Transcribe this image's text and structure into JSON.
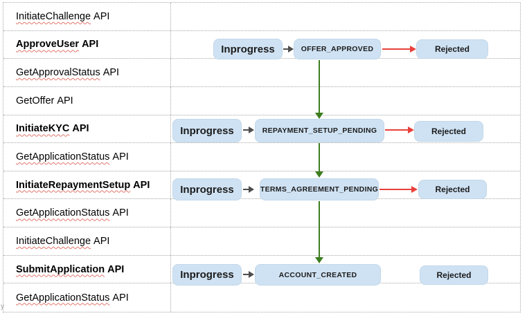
{
  "api_rows": [
    {
      "word": "InitiateChallenge",
      "suffix": "API",
      "bold": false,
      "misspelled": true
    },
    {
      "word": "ApproveUser",
      "suffix": "API",
      "bold": true,
      "misspelled": true
    },
    {
      "word": "GetApprovalStatus",
      "suffix": "API",
      "bold": false,
      "misspelled": true
    },
    {
      "word": "GetOffer",
      "suffix": "API",
      "bold": false,
      "misspelled": false
    },
    {
      "word": "InitiateKYC",
      "suffix": "API",
      "bold": true,
      "misspelled": true
    },
    {
      "word": "GetApplicationStatus",
      "suffix": "API",
      "bold": false,
      "misspelled": true
    },
    {
      "word": "InitiateRepaymentSetup",
      "suffix": "API",
      "bold": true,
      "misspelled": true
    },
    {
      "word": "GetApplicationStatus",
      "suffix": "API",
      "bold": false,
      "misspelled": true
    },
    {
      "word": "InitiateChallenge",
      "suffix": "API",
      "bold": false,
      "misspelled": true
    },
    {
      "word": "SubmitApplication",
      "suffix": "API",
      "bold": true,
      "misspelled": true
    },
    {
      "word": "GetApplicationStatus",
      "suffix": "API",
      "bold": false,
      "misspelled": true
    }
  ],
  "flow_rows": [
    {
      "start": "Inprogress",
      "state": "OFFER_APPROVED",
      "rejected": "Rejected",
      "has_reject_arrow": true
    },
    {
      "start": "Inprogress",
      "state": "REPAYMENT_SETUP_PENDING",
      "rejected": "Rejected",
      "has_reject_arrow": true
    },
    {
      "start": "Inprogress",
      "state": "TERMS_AGREEMENT_PENDING",
      "rejected": "Rejected",
      "has_reject_arrow": true
    },
    {
      "start": "Inprogress",
      "state": "ACCOUNT_CREATED",
      "rejected": "Rejected",
      "has_reject_arrow": false
    }
  ],
  "colors": {
    "box_fill": "#cfe2f3",
    "gray_arrow": "#4d4d4d",
    "red_arrow": "#e8403a",
    "green_arrow": "#3d7d1f",
    "grid_border": "#a6a6a6",
    "spellcheck_squiggle": "#e2756b"
  },
  "stray_text": "y"
}
